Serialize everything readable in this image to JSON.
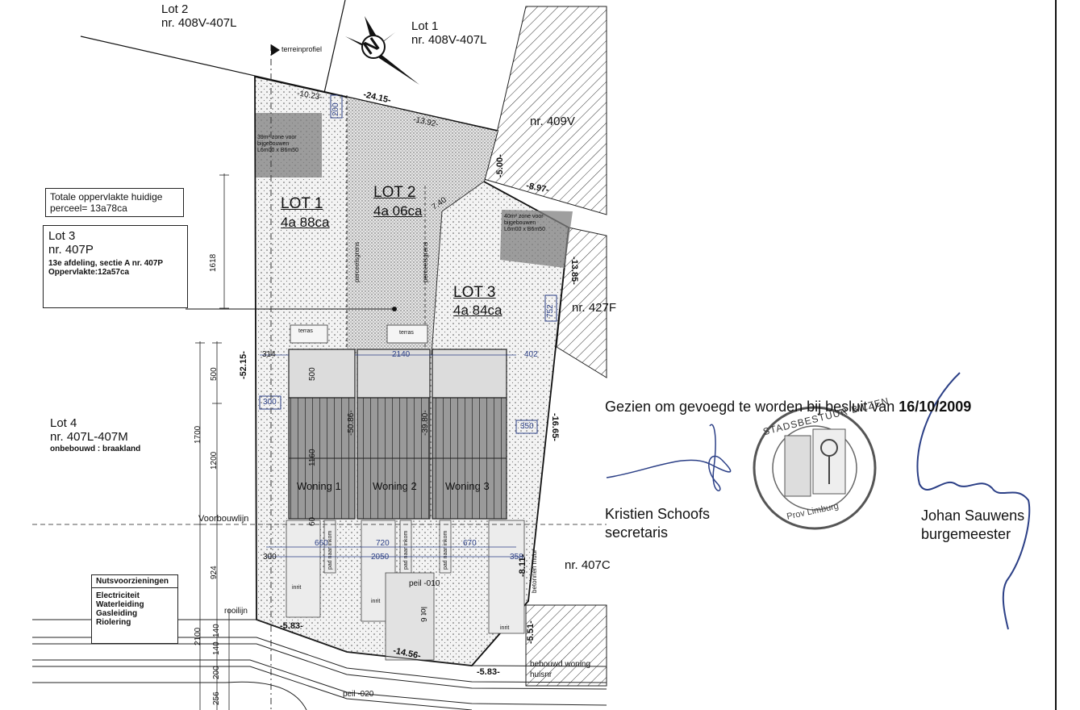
{
  "lots": {
    "lot2_header": {
      "name": "Lot 2",
      "nr": "nr. 408V-407L"
    },
    "lot1_header": {
      "name": "Lot 1",
      "nr": "nr. 408V-407L"
    },
    "lot1": {
      "title": "LOT 1",
      "area": "4a 88ca"
    },
    "lot2": {
      "title": "LOT 2",
      "area": "4a 06ca"
    },
    "lot3": {
      "title": "LOT 3",
      "area": "4a 84ca"
    },
    "lot3_box": {
      "name": "Lot 3",
      "nr": "nr. 407P",
      "section": "13e afdeling, sectie A nr. 407P",
      "area": "Oppervlakte:12a57ca"
    },
    "lot4": {
      "name": "Lot 4",
      "nr": "nr. 407L-407M",
      "note": "onbebouwd : braakland"
    }
  },
  "total_area": {
    "line1": "Totale oppervlakte huidige",
    "line2": "perceel= 13a78ca"
  },
  "parcels": {
    "p409": "nr. 409V",
    "p427": "nr. 427F",
    "p407c": "nr. 407C"
  },
  "houses": [
    "Woning 1",
    "Woning 2",
    "Woning 3"
  ],
  "annex_zone": {
    "line1": "39m² zone voor",
    "line2": "bijgebouwen",
    "line3": "L6m00 x B6m50"
  },
  "annex_zone2": {
    "line1": "40m² zone voor",
    "line2": "bijgebouwen",
    "line3": "L6m00 x B6m50"
  },
  "labels": {
    "terreinprofiel": "terreinprofiel",
    "perceelsgrens": "perceelsgrens",
    "terras": "terras",
    "voorbouwlijn": "Voorbouwlijn",
    "rooilijn": "rooilijn",
    "peil_010": "peil -010",
    "peil_020": "peil -020",
    "inrit": "inrit",
    "lot6": "lot 6",
    "betonnen_muur": "betonnen muur",
    "bebouwd": "bebouwd woning",
    "huisnr": "huisnr",
    "pad": "pad naar inkom"
  },
  "utilities": {
    "title": "Nutsvoorzieningen",
    "items": [
      "Electriciteit",
      "Waterleiding",
      "Gasleiding",
      "Riolering"
    ]
  },
  "dimensions": {
    "d24": "-24.15-",
    "d1023": "-10.23-",
    "d1392": "-13.92-",
    "d200": "200",
    "d500a": "-5.00-",
    "d897": "-8.97-",
    "d740": "7.40",
    "d1385": "-13.85-",
    "d752": "752",
    "d5215": "-52.15-",
    "d314": "314",
    "d2140": "2140",
    "d402": "402",
    "d500": "500",
    "d300a": "300",
    "d5086": "-50.86-",
    "d3980": "-39.80-",
    "d350": "350",
    "d1665": "-16.65-",
    "d1160": "1160",
    "d60": "60",
    "d660": "660",
    "d720": "720",
    "d670": "670",
    "d300b": "300",
    "d2050": "2050",
    "d358": "358",
    "d811": "-8.11-",
    "d583a": "-5.83-",
    "d1456": "-14.56-",
    "d583b": "-5.83-",
    "d551": "-5.51-",
    "v1618": "1618",
    "v1700": "1700",
    "v500": "500",
    "v1200": "1200",
    "v924": "924",
    "v2100": "2100",
    "v140a": "140",
    "v140b": "140",
    "v200": "200",
    "v256": "256"
  },
  "approval": {
    "text_prefix": "Gezien om gevoegd te worden bij besluit van ",
    "date": "16/10/2009"
  },
  "seal": {
    "text": "STADSBESTUUR BILZEN",
    "province": "Prov Limburg"
  },
  "signatures": {
    "secretary": {
      "name": "Kristien Schoofs",
      "role": "secretaris"
    },
    "mayor": {
      "name": "Johan Sauwens",
      "role": "burgemeester"
    }
  },
  "compass": {
    "letter": "N"
  }
}
